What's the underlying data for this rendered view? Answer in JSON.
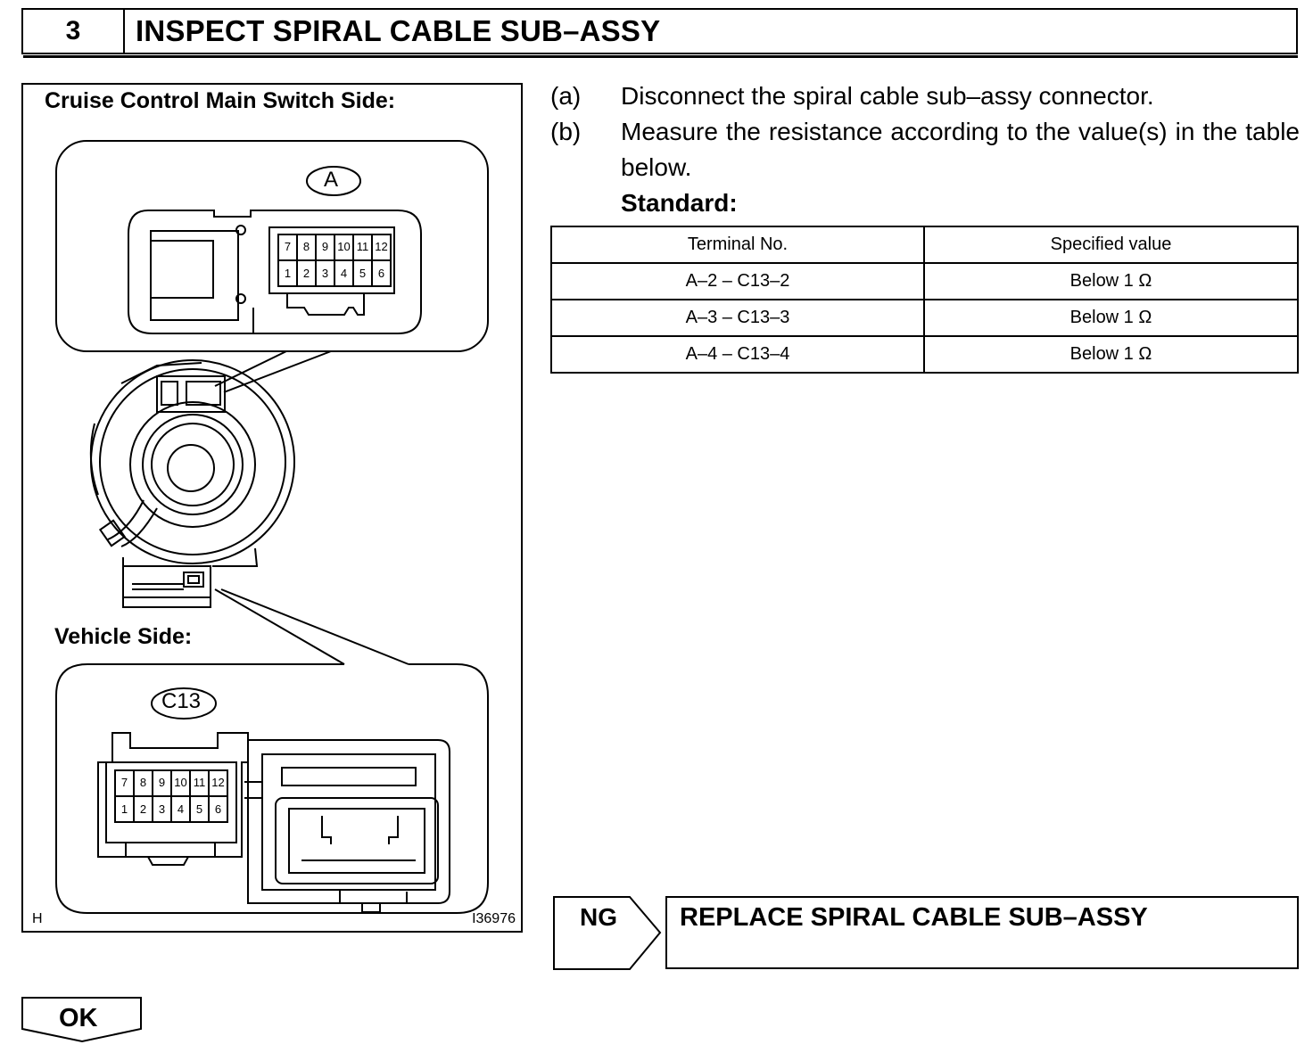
{
  "step": {
    "number": "3",
    "title": "INSPECT SPIRAL CABLE SUB–ASSY"
  },
  "figure": {
    "top_label": "Cruise Control Main Switch Side:",
    "connector_a_id": "A",
    "connector_a_pins_top": [
      "7",
      "8",
      "9",
      "10",
      "11",
      "12"
    ],
    "connector_a_pins_bottom": [
      "1",
      "2",
      "3",
      "4",
      "5",
      "6"
    ],
    "vehicle_label": "Vehicle Side:",
    "connector_c13_id": "C13",
    "connector_c13_pins_top": [
      "7",
      "8",
      "9",
      "10",
      "11",
      "12"
    ],
    "connector_c13_pins_bottom": [
      "1",
      "2",
      "3",
      "4",
      "5",
      "6"
    ],
    "corner_mark": "H",
    "figure_id": "I36976"
  },
  "instructions": [
    {
      "key": "(a)",
      "text": "Disconnect the spiral cable sub–assy connector."
    },
    {
      "key": "(b)",
      "text": "Measure the resistance according to the value(s) in the table below."
    }
  ],
  "standard_label": "Standard:",
  "table": {
    "headers": [
      "Terminal No.",
      "Specified value"
    ],
    "rows": [
      [
        "A–2 – C13–2",
        "Below 1 Ω"
      ],
      [
        "A–3 – C13–3",
        "Below 1 Ω"
      ],
      [
        "A–4 – C13–4",
        "Below 1 Ω"
      ]
    ]
  },
  "ng": {
    "label": "NG",
    "action": "REPLACE SPIRAL CABLE SUB–ASSY"
  },
  "ok": {
    "label": "OK"
  }
}
